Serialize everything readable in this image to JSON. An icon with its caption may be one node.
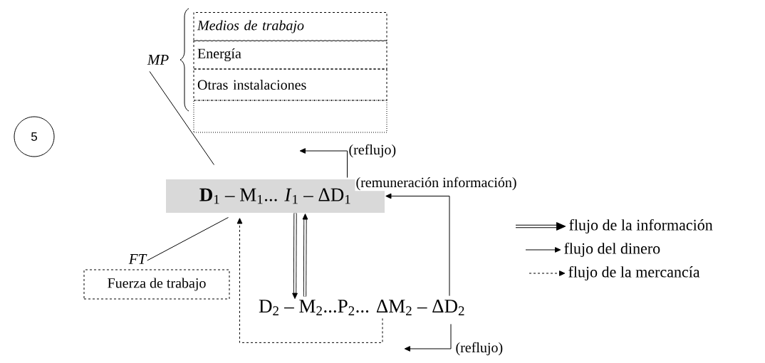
{
  "diagram": {
    "nodes": [
      {
        "text": [
          "5"
        ]
      },
      {
        "text": [
          "MP"
        ]
      },
      {
        "text": [
          "Medios de trabajo"
        ]
      },
      {
        "text": [
          "Energía"
        ]
      },
      {
        "text": [
          "Otras instalaciones"
        ]
      },
      {
        "text": [],
        "shape": "box"
      },
      {
        "text": [
          "**D**$_{1}$ – M$_{1}$... *I*$_{1}$ – ΔD$_{1}$"
        ]
      },
      {
        "text": [
          "FT"
        ]
      },
      {
        "text": [
          "Fuerza de trabajo"
        ]
      },
      {
        "text": [
          "D$_{2}$ – M$_{2}$...P$_{2}$... ΔM$_{2}$ – ΔD$_{2}$"
        ]
      }
    ],
    "edges": [
      {
        "from": 1,
        "to": 6,
        "arrow": "none"
      },
      {
        "from": 7,
        "to": 6,
        "arrow": "none"
      },
      {
        "from": 6,
        "to": 9,
        "arrow": "to",
        "style": "thick"
      },
      {
        "from": 9,
        "to": 6,
        "arrow": "to",
        "style": "thick"
      },
      {
        "from": 6,
        "to": null,
        "arrow": "to",
        "label": "(reflujo)"
      },
      {
        "from": 9,
        "to": 6,
        "arrow": "to",
        "label": "(remuneración información)"
      },
      {
        "from": 9,
        "to": null,
        "arrow": "to",
        "label": "(reflujo)"
      },
      {
        "from": 9,
        "to": 6,
        "arrow": "to",
        "style": "dashed"
      }
    ],
    "legend": [
      {
        "text": "flujo de la información"
      },
      {
        "text": "flujo del dinero"
      },
      {
        "text": "flujo de la mercancía"
      }
    ]
  }
}
